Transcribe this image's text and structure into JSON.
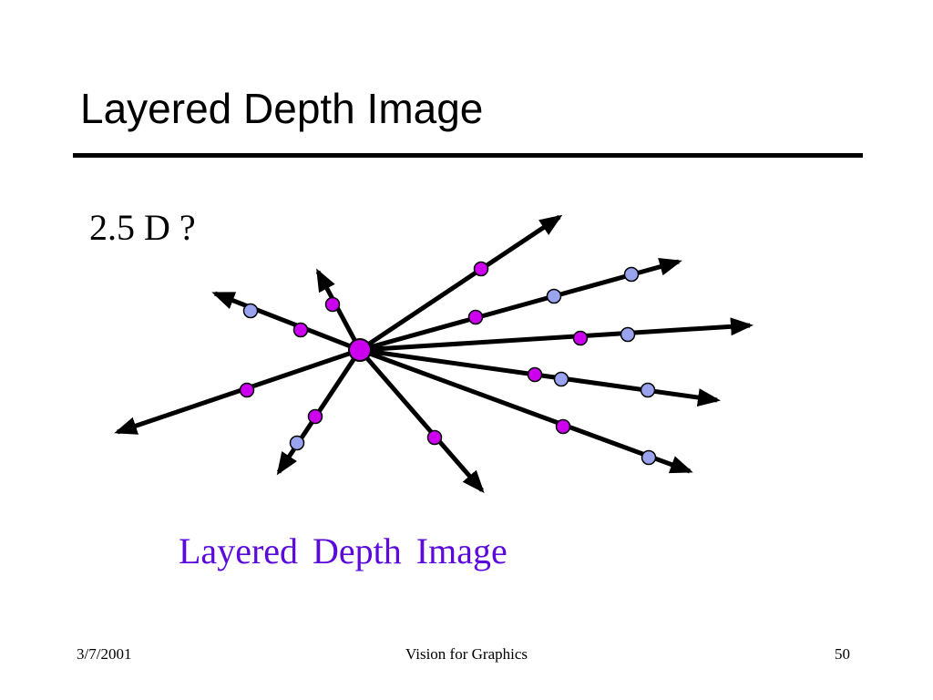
{
  "slide": {
    "title": "Layered Depth Image",
    "subheading": "2.5 D ?",
    "caption": "Layered Depth Image"
  },
  "footer": {
    "date": "3/7/2001",
    "course": "Vision for Graphics",
    "page": "50"
  },
  "colors": {
    "ray": "#000000",
    "front_layer_sample": "#cc00ee",
    "back_layer_sample": "#99a3ee",
    "sample_outline": "#000000",
    "caption": "#5c0adb"
  },
  "diagram": {
    "center": {
      "layer": "front"
    },
    "rays": [
      {
        "name": "ray-upper-left",
        "end": [
          236,
          322
        ],
        "samples": [
          {
            "at": [
              330,
              362
            ],
            "layer": "front"
          },
          {
            "at": [
              275,
              341
            ],
            "layer": "back"
          }
        ]
      },
      {
        "name": "ray-up",
        "end": [
          349,
          298
        ],
        "samples": [
          {
            "at": [
              365,
              334
            ],
            "layer": "front"
          }
        ]
      },
      {
        "name": "ray-up-right",
        "end": [
          614,
          238
        ],
        "samples": [
          {
            "at": [
              528,
              295
            ],
            "layer": "front"
          }
        ]
      },
      {
        "name": "ray-right-upper",
        "end": [
          745,
          287
        ],
        "samples": [
          {
            "at": [
              522,
              348
            ],
            "layer": "front"
          },
          {
            "at": [
              608,
              325
            ],
            "layer": "back"
          },
          {
            "at": [
              693,
              301
            ],
            "layer": "back"
          }
        ]
      },
      {
        "name": "ray-right",
        "end": [
          823,
          357
        ],
        "samples": [
          {
            "at": [
              637,
              371
            ],
            "layer": "front"
          },
          {
            "at": [
              689,
              367
            ],
            "layer": "back"
          }
        ]
      },
      {
        "name": "ray-right-lower",
        "end": [
          787,
          439
        ],
        "samples": [
          {
            "at": [
              587,
              411
            ],
            "layer": "front"
          },
          {
            "at": [
              616,
              416
            ],
            "layer": "back"
          },
          {
            "at": [
              711,
              428
            ],
            "layer": "back"
          }
        ]
      },
      {
        "name": "ray-lower-right",
        "end": [
          757,
          517
        ],
        "samples": [
          {
            "at": [
              618,
              468
            ],
            "layer": "front"
          },
          {
            "at": [
              712,
              502
            ],
            "layer": "back"
          }
        ]
      },
      {
        "name": "ray-down-right",
        "end": [
          529,
          538
        ],
        "samples": [
          {
            "at": [
              477,
              480
            ],
            "layer": "front"
          }
        ]
      },
      {
        "name": "ray-down",
        "end": [
          306,
          518
        ],
        "samples": [
          {
            "at": [
              346,
              457
            ],
            "layer": "front"
          },
          {
            "at": [
              326,
              486
            ],
            "layer": "back"
          }
        ]
      },
      {
        "name": "ray-left",
        "end": [
          129,
          474
        ],
        "samples": [
          {
            "at": [
              271,
              428
            ],
            "layer": "front"
          }
        ]
      }
    ]
  }
}
